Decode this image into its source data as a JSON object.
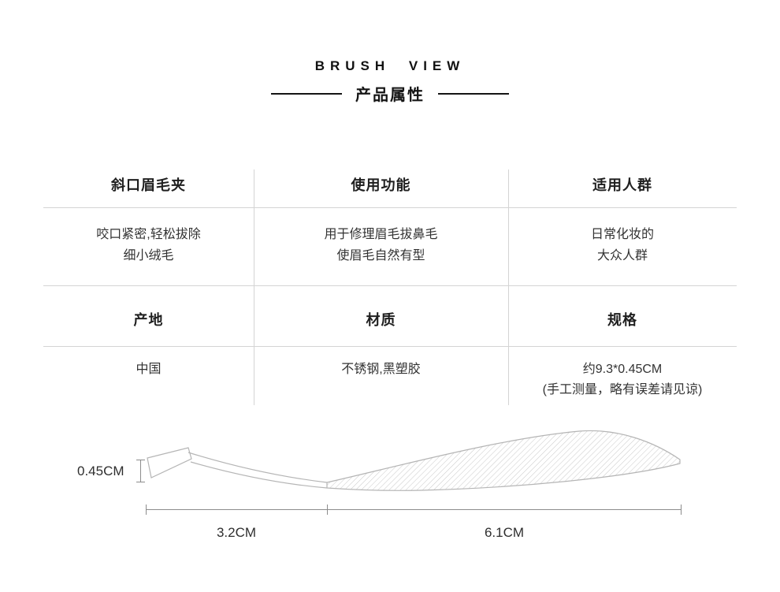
{
  "header": {
    "title_en": "BRUSH VIEW",
    "title_zh": "产品属性"
  },
  "attributes": {
    "row1": {
      "col1": {
        "label": "斜口眉毛夹",
        "line1": "咬口紧密,轻松拔除",
        "line2": "细小绒毛"
      },
      "col2": {
        "label": "使用功能",
        "line1": "用于修理眉毛拔鼻毛",
        "line2": "使眉毛自然有型"
      },
      "col3": {
        "label": "适用人群",
        "line1": "日常化妆的",
        "line2": "大众人群"
      }
    },
    "row2": {
      "col1": {
        "label": "产地",
        "line1": "中国"
      },
      "col2": {
        "label": "材质",
        "line1": "不锈钢,黑塑胶"
      },
      "col3": {
        "label": "规格",
        "line1": "约9.3*0.45CM",
        "line2": "(手工测量，略有误差请见谅)"
      }
    }
  },
  "diagram": {
    "thickness": "0.45CM",
    "tip_length": "3.2CM",
    "body_length": "6.1CM"
  },
  "colors": {
    "title_dark": "#141414",
    "table_line": "#d4d4d4",
    "diagram_line": "#8c8c8c",
    "sketch_outline": "#b5b5b5"
  }
}
